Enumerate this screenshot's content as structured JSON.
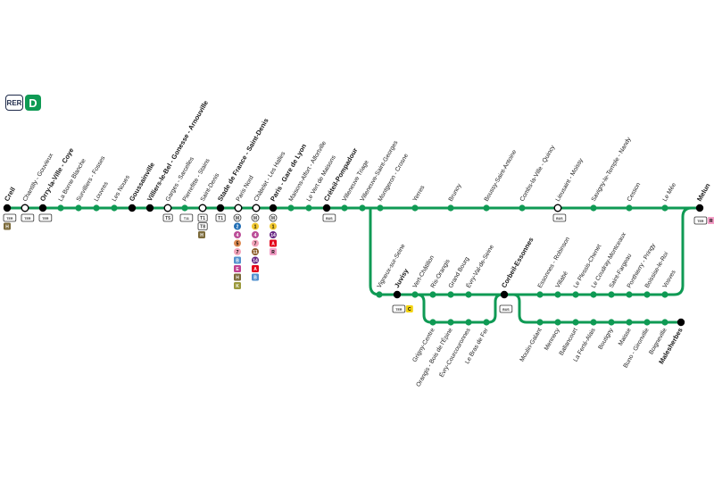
{
  "header": {
    "network_label": "RER",
    "line_letter": "D",
    "line_color": "#0f9a54"
  },
  "trunk": [
    {
      "name": "Creil",
      "major": true,
      "terminus": true
    },
    {
      "name": "Chantilly - Gouvieux",
      "interchange": true
    },
    {
      "name": "Orry-la-Ville - Coye",
      "major": true
    },
    {
      "name": "La Borne Blanche"
    },
    {
      "name": "Survilliers - Fosses"
    },
    {
      "name": "Louvres"
    },
    {
      "name": "Les Noues"
    },
    {
      "name": "Goussainville",
      "major": true
    },
    {
      "name": "Villiers-le-Bel - Gonesse - Arnouville",
      "major": true
    },
    {
      "name": "Garges - Sarcelles",
      "interchange": true
    },
    {
      "name": "Pierrefitte - Stains"
    },
    {
      "name": "Saint-Denis",
      "interchange": true
    },
    {
      "name": "Stade de France - Saint-Denis",
      "major": true
    },
    {
      "name": "Paris Nord",
      "interchange": true
    },
    {
      "name": "Châtelet - Les Halles",
      "interchange": true
    },
    {
      "name": "Paris - Gare de Lyon",
      "major": true
    },
    {
      "name": "Maisons-Alfort - Alfortville"
    },
    {
      "name": "Le Vert de Maisons"
    },
    {
      "name": "Créteil-Pompadour",
      "major": true
    },
    {
      "name": "Villeneuve Triage"
    },
    {
      "name": "Villeneuve-Saint-Georges"
    },
    {
      "name": "Montgeron - Crosne"
    },
    {
      "name": "Yerres"
    },
    {
      "name": "Brunoy"
    },
    {
      "name": "Boussy-Saint-Antoine"
    },
    {
      "name": "Combs-la-Ville - Quincy"
    },
    {
      "name": "Lieusaint - Moissy",
      "interchange": true
    },
    {
      "name": "Savigny-le-Temple - Nandy"
    },
    {
      "name": "Cesson"
    },
    {
      "name": "Le Mée"
    },
    {
      "name": "Melun",
      "major": true,
      "terminus": true
    }
  ],
  "middle_branch": [
    {
      "name": "Vigneux-sur-Seine"
    },
    {
      "name": "Juvisy",
      "major": true
    },
    {
      "name": "Vert-Châtillon"
    },
    {
      "name": "Ris-Orangis"
    },
    {
      "name": "Grand Bourg"
    },
    {
      "name": "Évry-Val-de-Seine"
    },
    {
      "name": "Corbeil-Essonnes",
      "major": true
    },
    {
      "name": "Essonnes - Robinson"
    },
    {
      "name": "Villabé"
    },
    {
      "name": "Le Plessis-Chenet"
    },
    {
      "name": "Le Coudray-Montceaux"
    },
    {
      "name": "Saint-Fargeau"
    },
    {
      "name": "Ponthierry - Pringy"
    },
    {
      "name": "Boissise-le-Roi"
    },
    {
      "name": "Vosves"
    }
  ],
  "evry_loop": [
    {
      "name": "Grigny-Centre"
    },
    {
      "name": "Orangis - Bois de l'Épine"
    },
    {
      "name": "Évry-Courcouronnes"
    },
    {
      "name": "Le Bras de Fer"
    }
  ],
  "malesherbes_branch": [
    {
      "name": "Moulin-Galant"
    },
    {
      "name": "Mennecy"
    },
    {
      "name": "Ballancourt"
    },
    {
      "name": "La Ferté-Alais"
    },
    {
      "name": "Boutigny"
    },
    {
      "name": "Maisse"
    },
    {
      "name": "Buno - Gironville"
    },
    {
      "name": "Boigneville"
    },
    {
      "name": "Malesherbes",
      "major": true,
      "terminus": true
    }
  ],
  "connections": {
    "creil": {
      "badges": [
        "TER",
        "H"
      ]
    },
    "chantilly": {
      "badges": [
        "TER"
      ]
    },
    "orry": {
      "badges": [
        "TER"
      ]
    },
    "garges": {
      "badges": [
        "T5"
      ]
    },
    "pierrefitte": {
      "badges": [
        "T11"
      ]
    },
    "saint_denis": {
      "badges": [
        "T1",
        "T8",
        "H"
      ]
    },
    "stade": {
      "badges": [
        "T1"
      ]
    },
    "nord": {
      "badges": [
        "M",
        "2",
        "4",
        "5",
        "7",
        "B",
        "E",
        "H",
        "K"
      ]
    },
    "chatelet": {
      "badges": [
        "M",
        "1",
        "4",
        "7",
        "11",
        "14",
        "A",
        "B"
      ]
    },
    "lyon": {
      "badges": [
        "M",
        "1",
        "14",
        "A",
        "R"
      ]
    },
    "creteil": {
      "badges": [
        "BUS"
      ]
    },
    "lieusaint": {
      "badges": [
        "BUS"
      ]
    },
    "juvisy": {
      "badges": [
        "TER",
        "C"
      ]
    },
    "corbeil": {
      "badges": [
        "BUS"
      ]
    },
    "melun": {
      "badges": [
        "TER",
        "R"
      ]
    }
  }
}
